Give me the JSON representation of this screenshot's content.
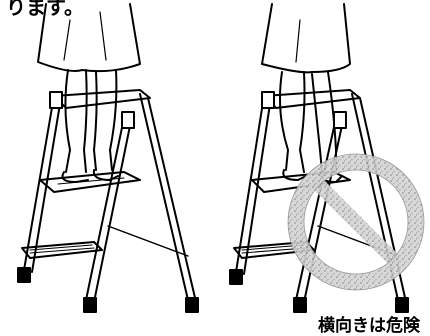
{
  "captions": {
    "top_fragment": "ります。",
    "warning": "横向きは危険"
  },
  "colors": {
    "ink": "#000000",
    "paper": "#ffffff",
    "prohibition_fill": "#c8c8c8"
  },
  "figures": [
    {
      "id": "correct-use",
      "stance": "facing-front"
    },
    {
      "id": "incorrect-use",
      "stance": "sideways",
      "prohibited": true
    }
  ]
}
